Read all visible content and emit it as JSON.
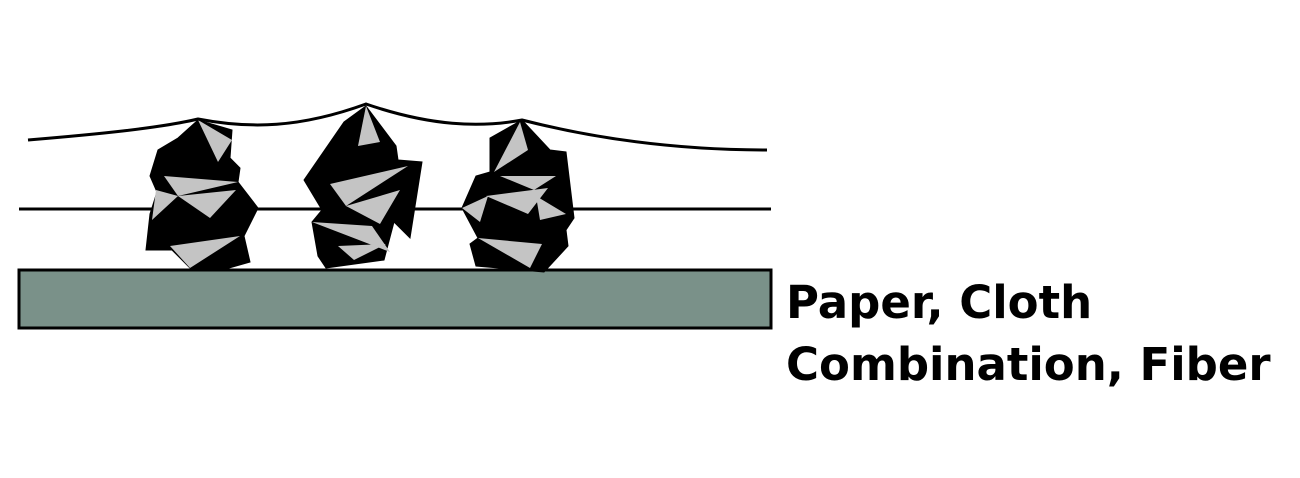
{
  "caption": {
    "line1": "Paper, Cloth",
    "line2": "Combination, Fiber"
  },
  "colors": {
    "backing": "#7a9189",
    "grain_dark": "#000000",
    "grain_facet": "#c4c4c4",
    "line": "#000000",
    "background": "#ffffff"
  },
  "diagram": {
    "grain_count": 3,
    "components": [
      "backing",
      "make-coat",
      "size-coat",
      "abrasive-grains"
    ]
  }
}
